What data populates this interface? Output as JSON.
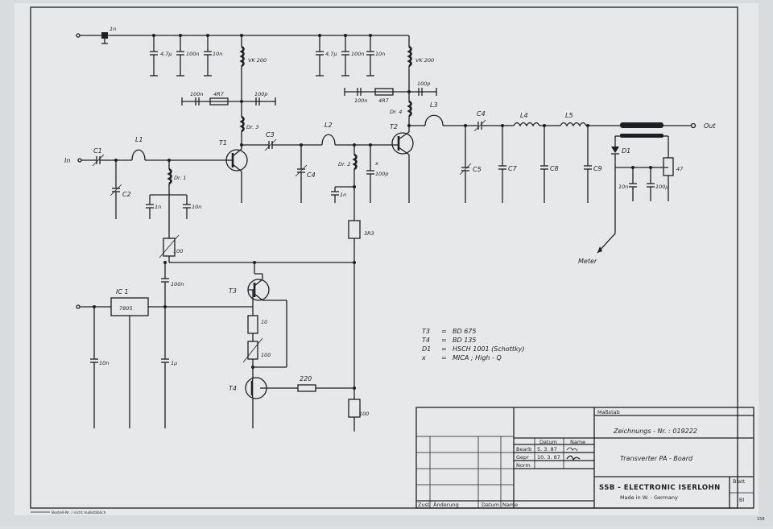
{
  "io": {
    "input": "In",
    "output": "Out",
    "meter": "Meter"
  },
  "transistors": {
    "t1": "T1",
    "t2": "T2",
    "t3": "T3",
    "t4": "T4"
  },
  "ic": {
    "ref": "IC 1",
    "part": "7805"
  },
  "inductors": {
    "l1": "L1",
    "l2": "L2",
    "l3": "L3",
    "l4": "L4",
    "l5": "L5",
    "vk1": "VK 200",
    "vk2": "VK 200"
  },
  "chokes": {
    "dr1": "Dr. 1",
    "dr2": "Dr. 2",
    "dr3": "Dr. 3",
    "dr4": "Dr. 4"
  },
  "caps": {
    "c1": "C1",
    "c2": "C2",
    "c3": "C3",
    "c4a": "C4",
    "c4b": "C4",
    "c5": "C5",
    "c7": "C7",
    "c8": "C8",
    "c9": "C9",
    "in_top": "1n",
    "v1": "4,7µ",
    "v2": "100n",
    "v3": "10n",
    "v4": "4,7µ",
    "v5": "100n",
    "v6": "10n",
    "b1": "100n",
    "b2": "100n",
    "b3": "100p",
    "b4": "100p",
    "e1": "1n",
    "e2": "10n",
    "e3": "1n",
    "e4": "100p",
    "e5": "100n",
    "reg_in": "10n",
    "reg_out": "1µ",
    "m1": "10n",
    "m2": "100µ",
    "mica": "x"
  },
  "resistors": {
    "r1": "4R7",
    "r2": "4R7",
    "r3": "3R3",
    "r4": "100",
    "r5": "10",
    "r6": "100",
    "r7": "220",
    "r8": "100",
    "r9": "47"
  },
  "diode": "D1",
  "notes": [
    {
      "ref": "T3",
      "eq": "=",
      "val": "BD 675"
    },
    {
      "ref": "T4",
      "eq": "=",
      "val": "BD 135"
    },
    {
      "ref": "D1",
      "eq": "=",
      "val": "HSCH 1001 (Schottky)"
    },
    {
      "ref": "x",
      "eq": "=",
      "val": "MICA ; High - Q"
    }
  ],
  "title_block": {
    "massstab": "Maßstab",
    "drawing_no": "Zeichnungs - Nr. : 019222",
    "datum": "Datum",
    "name": "Name",
    "bearb_lbl": "Bearb",
    "bearb_date": "5. 3. 87",
    "gepr_lbl": "Gepr",
    "gepr_date": "10. 3. 87",
    "norm_lbl": "Norm",
    "title": "Transverter PA - Board",
    "company": "SSB - ELECTRONIC ISERLOHN",
    "made_in": "Made in W. - Germany",
    "blatt": "Blatt",
    "bl": "Bl",
    "zust": "Zust",
    "aenderung": "Änderung",
    "datum2": "Datum",
    "name2": "Name"
  },
  "footer": {
    "note": "Bestell-Nr. / nicht maßstäblich",
    "page": "158"
  }
}
